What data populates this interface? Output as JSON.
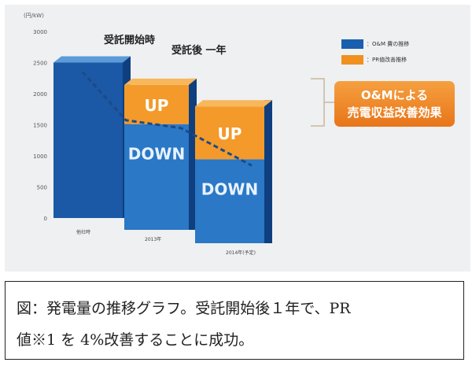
{
  "chart_data": {
    "type": "bar",
    "stacked": true,
    "ylabel": "(円/kW)",
    "ylim": [
      0,
      3000
    ],
    "yticks": [
      0,
      500,
      1000,
      1500,
      2000,
      2500,
      3000
    ],
    "categories": [
      "他社時",
      "2013年",
      "2014年(予定)"
    ],
    "series": [
      {
        "name": "：O&M 費の推移",
        "color": "#1a5fae",
        "values": [
          2500,
          1700,
          1350
        ]
      },
      {
        "name": "：PR値改善推移",
        "color": "#f0901f",
        "values": [
          0,
          630,
          850
        ]
      }
    ],
    "bar_labels": {
      "up": "UP",
      "down": "DOWN"
    },
    "annotations": [
      "受託開始時",
      "受託後 一年"
    ],
    "callout": [
      "O&Mによる",
      "売電収益改善効果"
    ],
    "legend_position": "top-right"
  },
  "caption": {
    "line1": "図：発電量の推移グラフ。受託開始後１年で、PR",
    "line2": "値※1 を 4%改善することに成功。"
  }
}
